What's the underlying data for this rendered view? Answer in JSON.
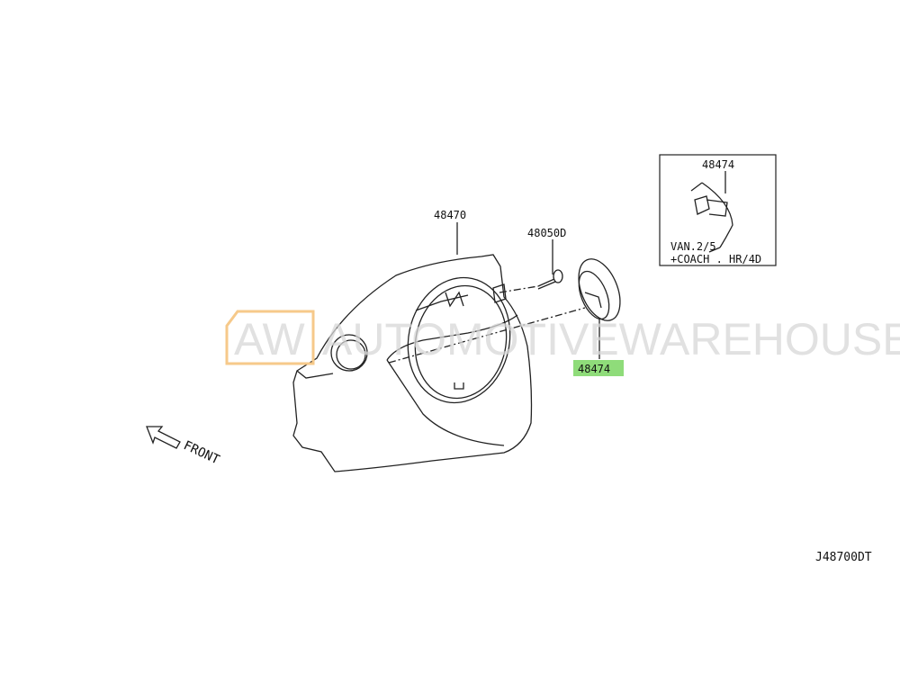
{
  "callouts": {
    "shroud": "48470",
    "screw": "48050D",
    "cap": "48474",
    "inset_cap": "48474"
  },
  "inset": {
    "note_line1": "VAN.2/5",
    "note_line2": "+COACH . HR/4D"
  },
  "direction_label": "FRONT",
  "diagram_code": "J48700DT",
  "watermark": {
    "logo": "AW",
    "text": "AUTOMOTIVEWAREHOUSE"
  },
  "colors": {
    "highlight": "#8fdc7a",
    "watermark_logo": "#f6c98a"
  }
}
